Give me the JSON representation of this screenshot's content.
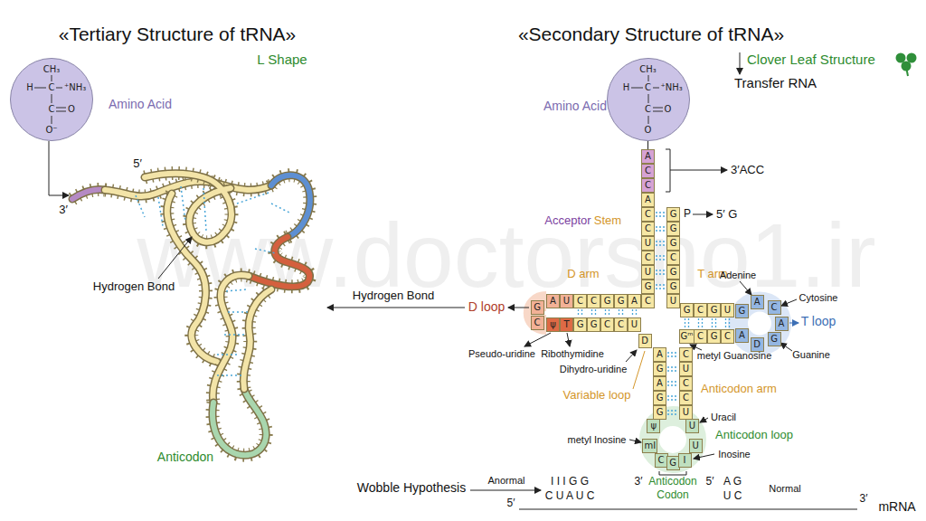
{
  "diagram": {
    "title": "«Tertiary Structure of tRNA»",
    "nodes": [
      {
        "text": [
          "CH₃",
          "H",
          "C",
          "⁺NH₃",
          "C",
          "O",
          "O⁻"
        ]
      },
      {
        "text": [
          "CH₃",
          "H",
          "C",
          "⁺NH₃",
          "C",
          "O",
          "O"
        ]
      },
      {
        "text": [
          "A"
        ]
      },
      {
        "text": [
          "C"
        ]
      },
      {
        "text": [
          "C"
        ]
      },
      {
        "text": [
          "A"
        ]
      },
      {
        "text": [
          "C"
        ]
      },
      {
        "text": [
          "C"
        ]
      },
      {
        "text": [
          "U"
        ]
      },
      {
        "text": [
          "C"
        ]
      },
      {
        "text": [
          "U"
        ]
      },
      {
        "text": [
          "G"
        ]
      },
      {
        "text": [
          "C"
        ]
      },
      {
        "text": [
          "A"
        ]
      },
      {
        "text": [
          "G"
        ]
      },
      {
        "text": [
          "G"
        ]
      },
      {
        "text": [
          "C"
        ]
      },
      {
        "text": [
          "C"
        ]
      },
      {
        "text": [
          "U"
        ]
      },
      {
        "text": [
          "A"
        ]
      },
      {
        "text": [
          "G"
        ]
      },
      {
        "text": [
          "C"
        ]
      },
      {
        "text": [
          "ψ"
        ]
      },
      {
        "text": [
          "T"
        ]
      },
      {
        "text": [
          "G"
        ]
      },
      {
        "text": [
          "G"
        ]
      },
      {
        "text": [
          "C"
        ]
      },
      {
        "text": [
          "C"
        ]
      },
      {
        "text": [
          "U"
        ]
      },
      {
        "text": [
          "D"
        ]
      },
      {
        "text": [
          "A"
        ]
      },
      {
        "text": [
          "G"
        ]
      },
      {
        "text": [
          "A"
        ]
      },
      {
        "text": [
          "G"
        ]
      },
      {
        "text": [
          "G"
        ]
      },
      {
        "text": [
          "ψ"
        ]
      },
      {
        "text": [
          "mI"
        ]
      },
      {
        "text": [
          "C"
        ]
      },
      {
        "text": [
          "G"
        ]
      },
      {
        "text": [
          "I"
        ]
      },
      {
        "text": [
          "U"
        ]
      },
      {
        "text": [
          "U"
        ]
      },
      {
        "text": [
          "U"
        ]
      },
      {
        "text": [
          "C"
        ]
      },
      {
        "text": [
          "C"
        ]
      },
      {
        "text": [
          "U"
        ]
      },
      {
        "text": [
          "C"
        ]
      },
      {
        "text": [
          "Gᵐ"
        ]
      },
      {
        "text": [
          "C"
        ]
      },
      {
        "text": [
          "G"
        ]
      },
      {
        "text": [
          "C"
        ]
      },
      {
        "text": [
          "A"
        ]
      },
      {
        "text": [
          "D"
        ]
      },
      {
        "text": [
          "G"
        ]
      },
      {
        "text": [
          "A"
        ]
      },
      {
        "text": [
          "C"
        ]
      },
      {
        "text": [
          "A"
        ]
      },
      {
        "text": [
          "G"
        ]
      },
      {
        "text": [
          "U"
        ]
      },
      {
        "text": [
          "G"
        ]
      },
      {
        "text": [
          "C"
        ]
      },
      {
        "text": [
          "G"
        ]
      },
      {
        "text": [
          "U"
        ]
      },
      {
        "text": [
          "G"
        ]
      },
      {
        "text": [
          "G"
        ]
      },
      {
        "text": [
          "C"
        ]
      },
      {
        "text": [
          "G"
        ]
      },
      {
        "text": [
          "G"
        ]
      },
      {
        "text": [
          "G"
        ]
      }
    ],
    "edges": [
      {
        "from": 1,
        "to": 2,
        "arrow": "none"
      }
    ],
    "labels": [
      "«Secondary Structure of tRNA»",
      "L Shape",
      "Clover Leaf Structure",
      "Transfer RNA",
      "Amino Acid",
      "5′",
      "3′",
      "Hydrogen Bond",
      "Anticodon",
      "Hydrogen Bond",
      "Amino Acid",
      "3′ACC",
      "P",
      "5′ G",
      "Acceptor",
      "Stem",
      "D arm",
      "T arm",
      "Adenine",
      "D loop",
      "Cytosine",
      "T loop",
      "Guanine",
      "Pseudo-uridine",
      "Ribothymidine",
      "Dihydro-uridine",
      "metyl Guanosine",
      "Variable loop",
      "Anticodon arm",
      "Uracil",
      "metyl Inosine",
      "Anticodon loop",
      "Inosine",
      "Wobble Hypothesis",
      "Anormal",
      "I I I G G",
      "C U A U C",
      "3′",
      "Anticodon",
      "5′",
      "Codon",
      "A G",
      "U C",
      "Normal",
      "5′",
      "3′",
      "mRNA",
      "www.doctorsno1.ir"
    ]
  }
}
